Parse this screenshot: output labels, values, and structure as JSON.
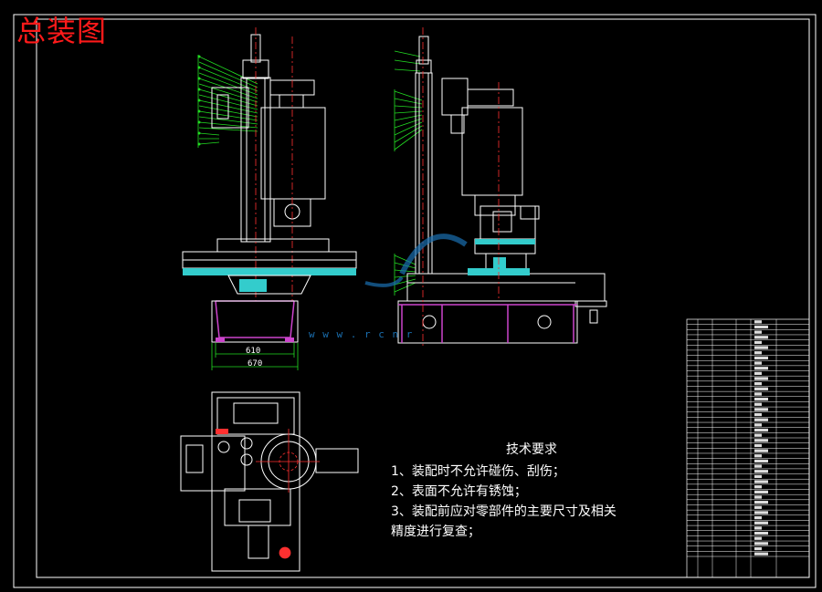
{
  "title": "总装图",
  "dimensions": {
    "inner": "610",
    "outer": "670"
  },
  "technical_notes": {
    "heading": "技术要求",
    "lines": [
      "1、装配时不允许碰伤、刮伤；",
      "2、表面不允许有锈蚀；",
      "3、装配前应对零部件的主要尺寸及相关",
      "精度进行复查；"
    ]
  },
  "watermark": "w w w . r c n r",
  "colors": {
    "background": "#000000",
    "line": "#ffffff",
    "hidden_line": "#ff3030",
    "leader": "#22dd22",
    "section_fill": "#33cccc",
    "part_fill": "#cc44cc",
    "title_text": "#ff1a1a"
  }
}
